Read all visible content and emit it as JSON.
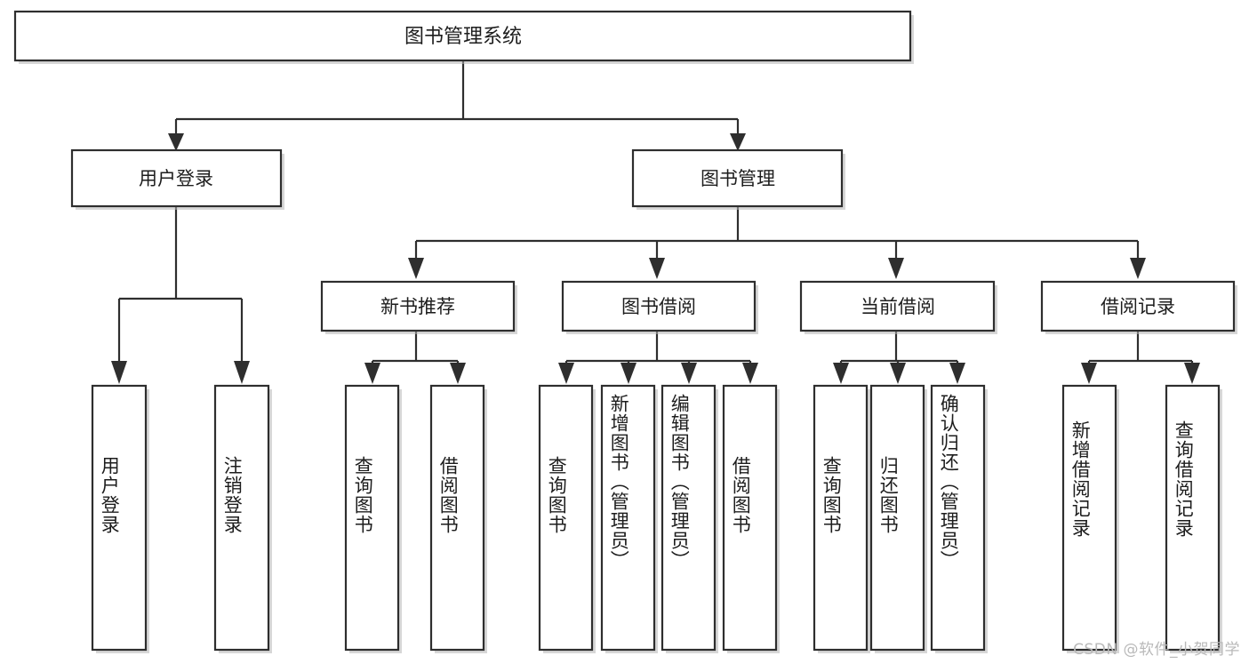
{
  "diagram": {
    "title": "图书管理系统",
    "type": "tree-hierarchy",
    "orientation": "top-down",
    "watermark": "CSDN @软件_小贺同学",
    "colors": {
      "background": "#ffffff",
      "box_fill": "#ffffff",
      "box_stroke": "#2e2e2e",
      "connector": "#2e2e2e",
      "text": "#1d1d1d",
      "watermark": "#b9b9b9"
    },
    "root": {
      "id": "root",
      "label": "图书管理系统",
      "level": 1
    },
    "level2": [
      {
        "id": "user-login",
        "label": "用户登录",
        "level": 2
      },
      {
        "id": "book-manage",
        "label": "图书管理",
        "level": 2
      }
    ],
    "level3": [
      {
        "id": "new-book-rec",
        "label": "新书推荐",
        "level": 3,
        "parent": "book-manage"
      },
      {
        "id": "book-borrow",
        "label": "图书借阅",
        "level": 3,
        "parent": "book-manage"
      },
      {
        "id": "current-borrow",
        "label": "当前借阅",
        "level": 3,
        "parent": "book-manage"
      },
      {
        "id": "borrow-record",
        "label": "借阅记录",
        "level": 3,
        "parent": "book-manage"
      }
    ],
    "leaves": [
      {
        "id": "leaf-user-login",
        "label": "用户登录",
        "parent": "user-login"
      },
      {
        "id": "leaf-logout",
        "label": "注销登录",
        "parent": "user-login"
      },
      {
        "id": "leaf-query-book-1",
        "label": "查询图书",
        "parent": "new-book-rec"
      },
      {
        "id": "leaf-borrow-book-1",
        "label": "借阅图书",
        "parent": "new-book-rec"
      },
      {
        "id": "leaf-query-book-2",
        "label": "查询图书",
        "parent": "book-borrow"
      },
      {
        "id": "leaf-add-book",
        "label": "新增图书（管理员）",
        "parent": "book-borrow"
      },
      {
        "id": "leaf-edit-book",
        "label": "编辑图书（管理员）",
        "parent": "book-borrow"
      },
      {
        "id": "leaf-borrow-book-2",
        "label": "借阅图书",
        "parent": "book-borrow"
      },
      {
        "id": "leaf-query-book-3",
        "label": "查询图书",
        "parent": "current-borrow"
      },
      {
        "id": "leaf-return-book",
        "label": "归还图书",
        "parent": "current-borrow"
      },
      {
        "id": "leaf-confirm-return",
        "label": "确认归还（管理员）",
        "parent": "current-borrow"
      },
      {
        "id": "leaf-add-record",
        "label": "新增借阅记录",
        "parent": "borrow-record"
      },
      {
        "id": "leaf-query-record",
        "label": "查询借阅记录",
        "parent": "borrow-record"
      }
    ]
  }
}
